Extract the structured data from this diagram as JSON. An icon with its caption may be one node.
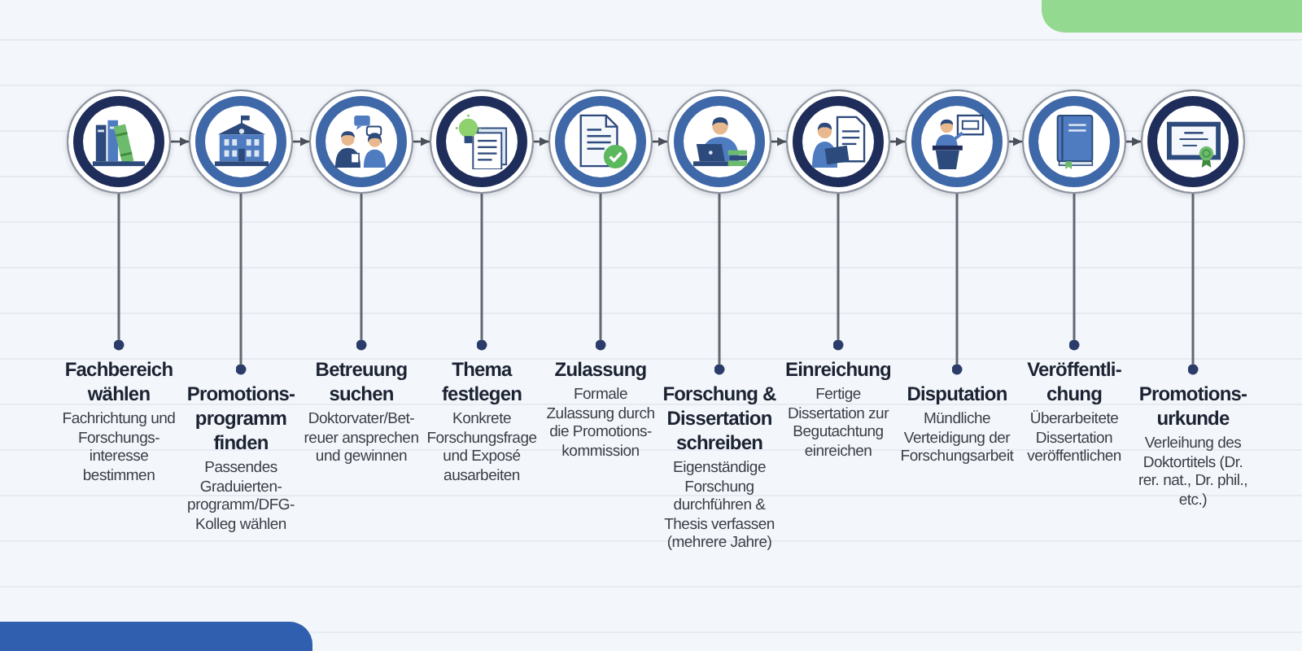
{
  "diagram": {
    "nodes": [
      {
        "text": [],
        "shape": "circle"
      },
      {
        "text": [],
        "shape": "circle"
      },
      {
        "text": [],
        "shape": "circle"
      },
      {
        "text": [],
        "shape": "circle"
      },
      {
        "text": [],
        "shape": "circle"
      },
      {
        "text": [],
        "shape": "circle"
      },
      {
        "text": [],
        "shape": "circle"
      },
      {
        "text": [],
        "shape": "circle"
      },
      {
        "text": [],
        "shape": "circle"
      },
      {
        "text": [],
        "shape": "circle"
      },
      {
        "text": [
          "Fachbereich wählen",
          "Fachrichtung und Forschungs- interesse bestimmen"
        ]
      },
      {
        "text": [
          "Promotions- programm finden",
          "Passendes Graduierten- programm/DFG- Kolleg wählen"
        ]
      },
      {
        "text": [
          "Betreuung suchen",
          "Doktorvater/Bet- reuer ansprechen und gewinnen"
        ]
      },
      {
        "text": [
          "Thema festlegen",
          "Konkrete Forschungsfrage und Exposé ausarbeiten"
        ]
      },
      {
        "text": [
          "Zulassung",
          "Formale Zulassung durch die Promotions- kommission"
        ]
      },
      {
        "text": [
          "Forschung & Dissertation schreiben",
          "Eigenständige Forschung durchführen & Thesis verfassen (mehrere Jahre)"
        ]
      },
      {
        "text": [
          "Einreichung",
          "Fertige Dissertation zur Begutachtung einreichen"
        ]
      },
      {
        "text": [
          "Disputation",
          "Mündliche Verteidigung der Forschungsarbeit"
        ]
      },
      {
        "text": [
          "Veröffentli- chung",
          "Überarbeitete Dissertation veröffentlichen"
        ]
      },
      {
        "text": [
          "Promotions- urkunde",
          "Verleihung des Doktortitels (Dr. rer. nat., Dr. phil., etc.)"
        ]
      }
    ],
    "edges": [
      {
        "from": 0,
        "to": 1,
        "arrow": "to"
      },
      {
        "from": 1,
        "to": 2,
        "arrow": "to"
      },
      {
        "from": 2,
        "to": 3,
        "arrow": "to"
      },
      {
        "from": 3,
        "to": 4,
        "arrow": "to"
      },
      {
        "from": 4,
        "to": 5,
        "arrow": "to"
      },
      {
        "from": 5,
        "to": 6,
        "arrow": "to"
      },
      {
        "from": 6,
        "to": 7,
        "arrow": "to"
      },
      {
        "from": 7,
        "to": 8,
        "arrow": "to"
      },
      {
        "from": 8,
        "to": 9,
        "arrow": "to"
      },
      {
        "from": 0,
        "to": 10,
        "arrow": "other"
      },
      {
        "from": 1,
        "to": 11,
        "arrow": "other"
      },
      {
        "from": 2,
        "to": 12,
        "arrow": "other"
      },
      {
        "from": 3,
        "to": 13,
        "arrow": "other"
      },
      {
        "from": 4,
        "to": 14,
        "arrow": "other"
      },
      {
        "from": 5,
        "to": 15,
        "arrow": "other"
      },
      {
        "from": 6,
        "to": 16,
        "arrow": "other"
      },
      {
        "from": 7,
        "to": 17,
        "arrow": "other"
      },
      {
        "from": 8,
        "to": 18,
        "arrow": "other"
      },
      {
        "from": 9,
        "to": 19,
        "arrow": "other"
      }
    ]
  }
}
